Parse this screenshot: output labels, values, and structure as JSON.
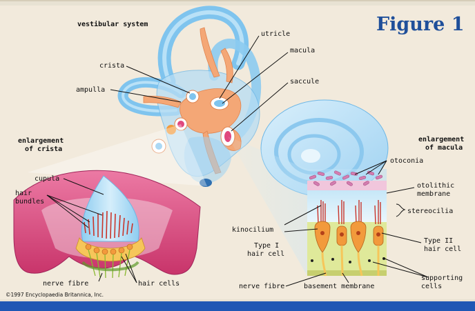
{
  "figure_label": "Figure 1",
  "title": "vestibular system",
  "copyright": "©1997 Encyclopaedia Britannica, Inc.",
  "colors": {
    "figure_label": "#1f4f9a",
    "background": "#f2eadc",
    "border_bottom": "#1f57b4",
    "canal_blue": "#7fc4ee",
    "sac_orange": "#f4a776",
    "crista_pink": "#e0487e",
    "cupula_blue": "#a8d8f4",
    "hair_cell_orange": "#f29a3c",
    "macula_green": "#dfe99a"
  },
  "labels": {
    "utricle": "utricle",
    "macula": "macula",
    "saccule": "saccule",
    "crista": "crista",
    "ampulla": "ampulla",
    "enl_crista_1": "enlargement",
    "enl_crista_2": "of crista",
    "enl_macula_1": "enlargement",
    "enl_macula_2": "of macula",
    "cupula": "cupula",
    "hair_bundles_1": "hair",
    "hair_bundles_2": "bundles",
    "nerve_fibre_left": "nerve fibre",
    "hair_cells": "hair cells",
    "otoconia": "otoconia",
    "otolithic_1": "otolithic",
    "otolithic_2": "membrane",
    "stereocilia": "stereocilia",
    "kinocilium": "kinocilium",
    "type1_1": "Type I",
    "type1_2": "hair cell",
    "type2_1": "Type II",
    "type2_2": "hair cell",
    "nerve_fibre_right": "nerve fibre",
    "basement_membrane": "basement membrane",
    "supporting_1": "supporting",
    "supporting_2": "cells"
  }
}
